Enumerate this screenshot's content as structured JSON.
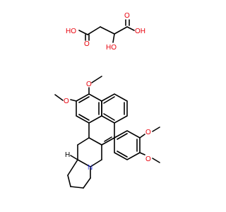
{
  "colors": {
    "bond": "#000000",
    "oxygen": "#e8000b",
    "nitrogen": "#2a35d6",
    "background": "#ffffff"
  },
  "labels": {
    "acid_oh_left": "HO",
    "acid_o_left": "O",
    "hydroxyl": "HO",
    "acid_oh_right": "OH",
    "acid_o_right": "O",
    "methoxy_top_o": "O",
    "methoxy_left_o": "O",
    "methoxy_right_upper_o": "O",
    "methoxy_right_lower_o": "O",
    "nitrogen": "N",
    "stereo_h": "H"
  }
}
